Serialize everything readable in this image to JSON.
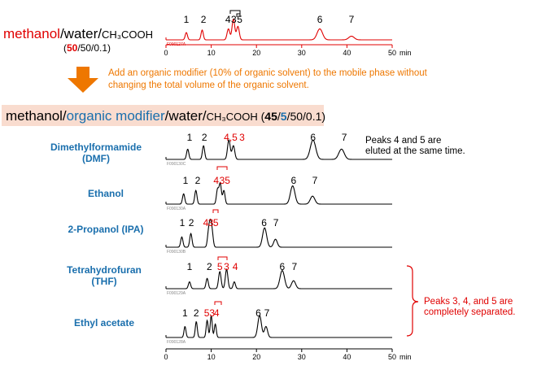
{
  "header": {
    "original_solvent": {
      "part1": "methanol",
      "part2": "/water/",
      "part3": "CH₃COOH",
      "ratio_open": "(",
      "ratio_highlight": "50",
      "ratio_rest": "/50/0.1)"
    },
    "note_lines": [
      "Add an organic modifier (10% of organic solvent) to the mobile phase without",
      "changing the total volume of the organic solvent."
    ],
    "modified_solvent": {
      "part1": "methanol/",
      "part2": "organic modifier",
      "part3": "/water/",
      "part4": "CH₃COOH",
      "ratio_open": " (",
      "ratio_a": "45",
      "ratio_sep": "/",
      "ratio_b": "5",
      "ratio_rest": "/50/0.1)"
    }
  },
  "axis": {
    "ticks": [
      "0",
      "10",
      "20",
      "30",
      "40",
      "50"
    ],
    "unit": "min"
  },
  "colors": {
    "red": "#e00000",
    "blue": "#1a6fad",
    "orange": "#ee7700",
    "black": "#000000",
    "highlight_bg": "#f9dccf"
  },
  "chromatograms": [
    {
      "id": "methanol",
      "label": "",
      "code": "F090127A",
      "color": "#e00000",
      "peaks": [
        {
          "t": 4.5,
          "h": 0.3,
          "w": 0.25
        },
        {
          "t": 8.0,
          "h": 0.4,
          "w": 0.25
        },
        {
          "t": 13.8,
          "h": 0.45,
          "w": 0.3
        },
        {
          "t": 14.9,
          "h": 0.85,
          "w": 0.3
        },
        {
          "t": 15.9,
          "h": 0.55,
          "w": 0.3
        },
        {
          "t": 34.0,
          "h": 0.45,
          "w": 0.6
        },
        {
          "t": 41.0,
          "h": 0.15,
          "w": 0.6
        }
      ],
      "labels": [
        {
          "text": "1",
          "t": 4.5,
          "color": "#000000"
        },
        {
          "text": "2",
          "t": 8.3,
          "color": "#000000"
        },
        {
          "text": "4",
          "t": 13.7,
          "color": "#000000"
        },
        {
          "text": "3",
          "t": 15.0,
          "color": "#000000"
        },
        {
          "text": "5",
          "t": 16.3,
          "color": "#000000"
        },
        {
          "text": "6",
          "t": 34.0,
          "color": "#000000"
        },
        {
          "text": "7",
          "t": 41.0,
          "color": "#000000"
        }
      ]
    },
    {
      "id": "dmf",
      "label_lines": [
        "Dimethylformamide",
        "(DMF)"
      ],
      "code": "F090130C",
      "color": "#000000",
      "peaks": [
        {
          "t": 4.8,
          "h": 0.45,
          "w": 0.25
        },
        {
          "t": 8.3,
          "h": 0.6,
          "w": 0.25
        },
        {
          "t": 13.9,
          "h": 0.85,
          "w": 0.3
        },
        {
          "t": 14.9,
          "h": 0.6,
          "w": 0.3
        },
        {
          "t": 32.5,
          "h": 0.85,
          "w": 0.6
        },
        {
          "t": 38.8,
          "h": 0.45,
          "w": 0.6
        }
      ],
      "labels": [
        {
          "text": "1",
          "t": 5.2,
          "color": "#000000"
        },
        {
          "text": "2",
          "t": 8.5,
          "color": "#000000"
        },
        {
          "text": "4,5",
          "t": 14.3,
          "color": "#e00000"
        },
        {
          "text": "3",
          "t": 16.8,
          "color": "#e00000"
        },
        {
          "text": "6",
          "t": 32.5,
          "color": "#000000"
        },
        {
          "text": "7",
          "t": 39.4,
          "color": "#000000"
        }
      ],
      "note_lines": [
        "Peaks 4 and 5 are",
        "eluted at the same time."
      ]
    },
    {
      "id": "ethanol",
      "label_lines": [
        "Ethanol"
      ],
      "code": "F090130A",
      "color": "#000000",
      "peaks": [
        {
          "t": 3.9,
          "h": 0.45,
          "w": 0.25
        },
        {
          "t": 6.6,
          "h": 0.6,
          "w": 0.25
        },
        {
          "t": 11.4,
          "h": 0.65,
          "w": 0.25
        },
        {
          "t": 12.0,
          "h": 0.9,
          "w": 0.25
        },
        {
          "t": 12.8,
          "h": 0.6,
          "w": 0.25
        },
        {
          "t": 28.0,
          "h": 0.8,
          "w": 0.5
        },
        {
          "t": 32.4,
          "h": 0.35,
          "w": 0.5
        }
      ],
      "labels": [
        {
          "text": "1",
          "t": 4.3,
          "color": "#000000"
        },
        {
          "text": "2",
          "t": 7.0,
          "color": "#000000"
        },
        {
          "text": "4",
          "t": 11.1,
          "color": "#e00000"
        },
        {
          "text": "3",
          "t": 12.4,
          "color": "#e00000"
        },
        {
          "text": "5",
          "t": 13.6,
          "color": "#e00000"
        },
        {
          "text": "6",
          "t": 28.2,
          "color": "#000000"
        },
        {
          "text": "7",
          "t": 32.9,
          "color": "#000000"
        }
      ]
    },
    {
      "id": "ipa",
      "label_lines": [
        "2-Propanol (IPA)"
      ],
      "code": "F090130B",
      "color": "#000000",
      "peaks": [
        {
          "t": 3.5,
          "h": 0.45,
          "w": 0.25
        },
        {
          "t": 5.5,
          "h": 0.6,
          "w": 0.25
        },
        {
          "t": 9.4,
          "h": 0.6,
          "w": 0.25
        },
        {
          "t": 9.8,
          "h": 0.9,
          "w": 0.25
        },
        {
          "t": 10.2,
          "h": 0.6,
          "w": 0.25
        },
        {
          "t": 21.8,
          "h": 0.85,
          "w": 0.45
        },
        {
          "t": 24.2,
          "h": 0.35,
          "w": 0.4
        }
      ],
      "labels": [
        {
          "text": "1",
          "t": 3.6,
          "color": "#000000"
        },
        {
          "text": "2",
          "t": 5.6,
          "color": "#000000"
        },
        {
          "text": "4",
          "t": 8.8,
          "color": "#e00000"
        },
        {
          "text": "3",
          "t": 9.9,
          "color": "#e00000"
        },
        {
          "text": "5",
          "t": 11.0,
          "color": "#e00000"
        },
        {
          "text": "6",
          "t": 21.7,
          "color": "#000000"
        },
        {
          "text": "7",
          "t": 24.3,
          "color": "#000000"
        }
      ]
    },
    {
      "id": "thf",
      "label_lines": [
        "Tetrahydrofuran",
        "(THF)"
      ],
      "code": "F090129A",
      "color": "#000000",
      "peaks": [
        {
          "t": 5.2,
          "h": 0.3,
          "w": 0.25
        },
        {
          "t": 9.1,
          "h": 0.45,
          "w": 0.25
        },
        {
          "t": 11.9,
          "h": 0.75,
          "w": 0.28
        },
        {
          "t": 13.4,
          "h": 0.85,
          "w": 0.28
        },
        {
          "t": 15.1,
          "h": 0.3,
          "w": 0.25
        },
        {
          "t": 25.7,
          "h": 0.8,
          "w": 0.5
        },
        {
          "t": 28.2,
          "h": 0.35,
          "w": 0.45
        }
      ],
      "labels": [
        {
          "text": "1",
          "t": 5.2,
          "color": "#000000"
        },
        {
          "text": "2",
          "t": 9.6,
          "color": "#000000"
        },
        {
          "text": "5",
          "t": 11.9,
          "color": "#e00000"
        },
        {
          "text": "3",
          "t": 13.4,
          "color": "#e00000"
        },
        {
          "text": "4",
          "t": 15.3,
          "color": "#e00000"
        },
        {
          "text": "6",
          "t": 25.7,
          "color": "#000000"
        },
        {
          "text": "7",
          "t": 28.4,
          "color": "#000000"
        }
      ]
    },
    {
      "id": "ethyl_acetate",
      "label_lines": [
        "Ethyl acetate"
      ],
      "code": "F090128A",
      "color": "#000000",
      "peaks": [
        {
          "t": 4.2,
          "h": 0.45,
          "w": 0.22
        },
        {
          "t": 6.7,
          "h": 0.65,
          "w": 0.22
        },
        {
          "t": 9.1,
          "h": 0.7,
          "w": 0.22
        },
        {
          "t": 10.0,
          "h": 0.9,
          "w": 0.22
        },
        {
          "t": 10.9,
          "h": 0.55,
          "w": 0.22
        },
        {
          "t": 20.7,
          "h": 0.9,
          "w": 0.4
        },
        {
          "t": 22.1,
          "h": 0.45,
          "w": 0.35
        }
      ],
      "labels": [
        {
          "text": "1",
          "t": 4.2,
          "color": "#000000"
        },
        {
          "text": "2",
          "t": 6.7,
          "color": "#000000"
        },
        {
          "text": "5",
          "t": 9.0,
          "color": "#e00000"
        },
        {
          "text": "3",
          "t": 10.2,
          "color": "#e00000"
        },
        {
          "text": "4",
          "t": 11.2,
          "color": "#e00000"
        },
        {
          "text": "6",
          "t": 20.4,
          "color": "#000000"
        },
        {
          "text": "7",
          "t": 22.3,
          "color": "#000000"
        }
      ]
    }
  ],
  "separation_note": [
    "Peaks 3, 4, and 5 are",
    "completely separated."
  ]
}
